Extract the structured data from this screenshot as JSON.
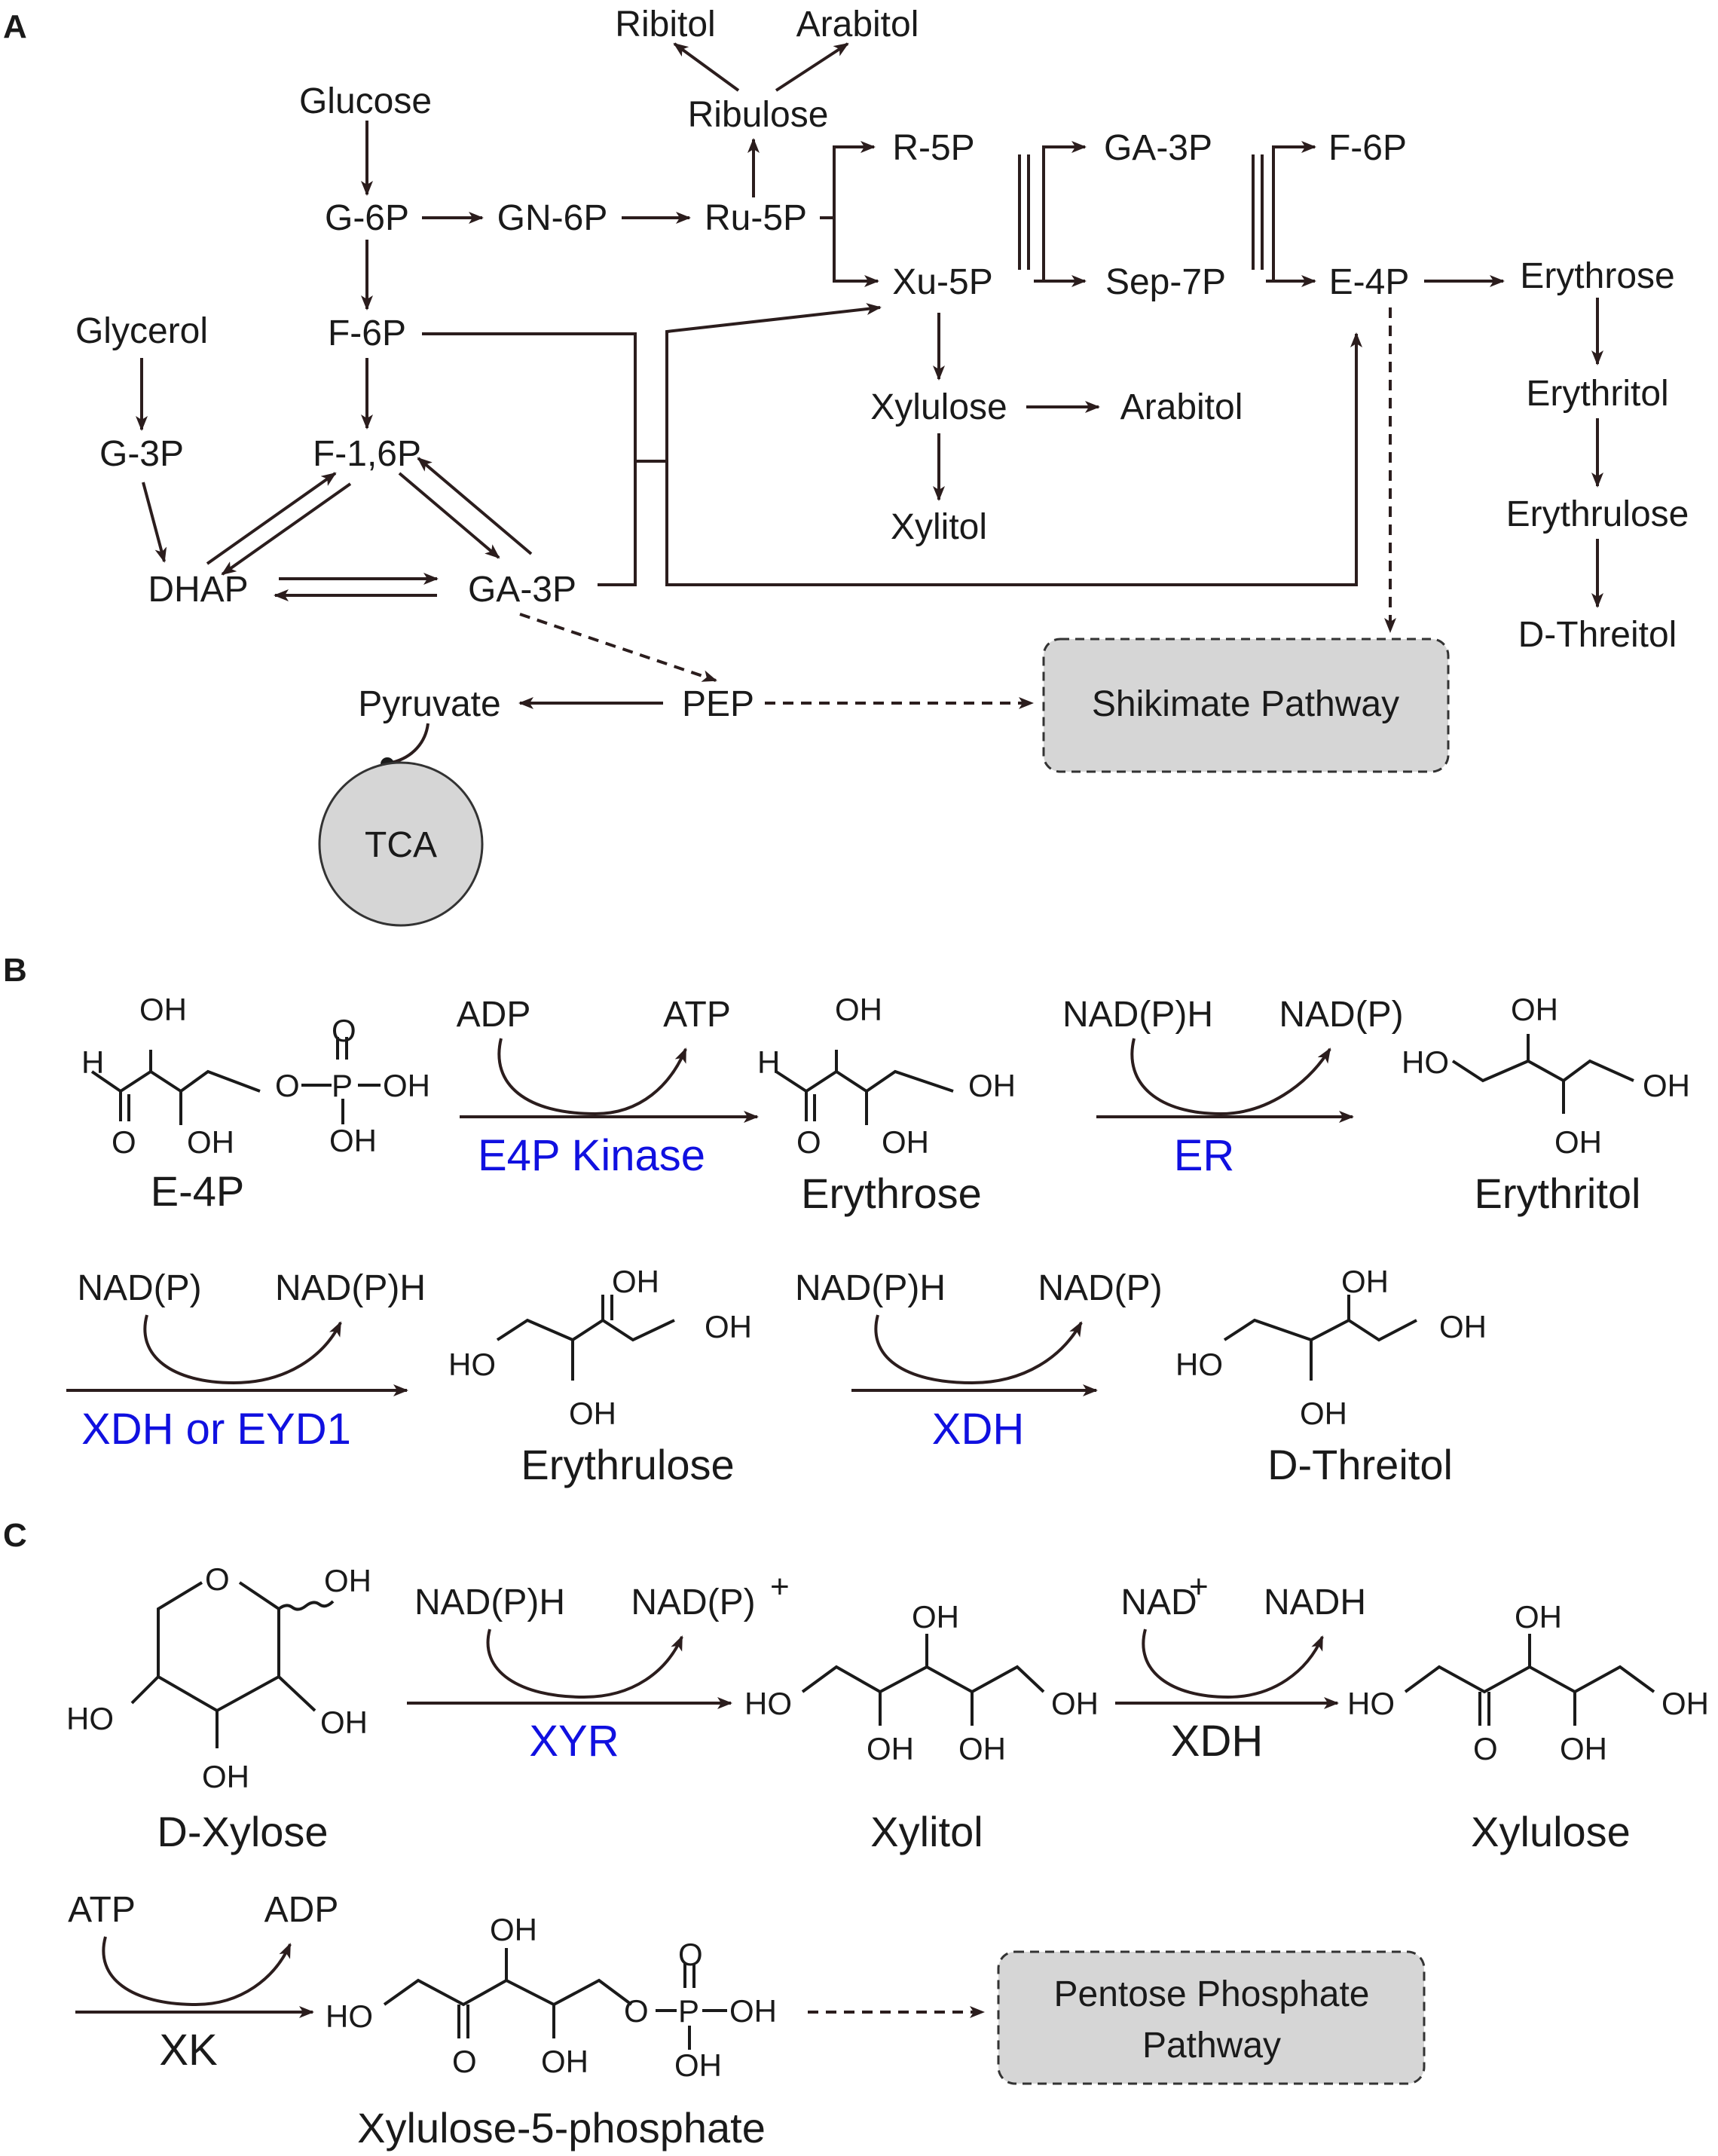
{
  "panels": {
    "a": "A",
    "b": "B",
    "c": "C"
  },
  "a": {
    "glucose": "Glucose",
    "g6p": "G-6P",
    "gn6p": "GN-6P",
    "ru5p": "Ru-5P",
    "ribulose": "Ribulose",
    "ribitol": "Ribitol",
    "arabitol_top": "Arabitol",
    "r5p": "R-5P",
    "xu5p": "Xu-5P",
    "ga3p_top": "GA-3P",
    "sep7p": "Sep-7P",
    "f6p_top": "F-6P",
    "e4p": "E-4P",
    "erythrose": "Erythrose",
    "erythritol": "Erythritol",
    "erythrulose": "Erythrulose",
    "dthreitol": "D-Threitol",
    "xylulose": "Xylulose",
    "arabitol_mid": "Arabitol",
    "xylitol": "Xylitol",
    "glycerol": "Glycerol",
    "g3p": "G-3P",
    "f6p": "F-6P",
    "f16p": "F-1,6P",
    "dhap": "DHAP",
    "ga3p": "GA-3P",
    "pyruvate": "Pyruvate",
    "pep": "PEP",
    "shikimate": "Shikimate Pathway",
    "tca": "TCA"
  },
  "b": {
    "e4p_name": "E-4P",
    "erythrose_name": "Erythrose",
    "erythritol_name": "Erythritol",
    "erythrulose_name": "Erythrulose",
    "dthreitol_name": "D-Threitol",
    "r1_in": "ADP",
    "r1_out": "ATP",
    "r1_enzyme": "E4P Kinase",
    "r2_in": "NAD(P)H",
    "r2_out": "NAD(P)",
    "r2_enzyme": "ER",
    "r3_in": "NAD(P)",
    "r3_out": "NAD(P)H",
    "r3_enzyme": "XDH or EYD1",
    "r4_in": "NAD(P)H",
    "r4_out": "NAD(P)",
    "r4_enzyme": "XDH"
  },
  "c": {
    "dxylose_name": "D-Xylose",
    "xylitol_name": "Xylitol",
    "xylulose_name": "Xylulose",
    "x5p_name": "Xylulose-5-phosphate",
    "r1_in": "NAD(P)H",
    "r1_out": "NAD(P)",
    "r1_out_sup": "+",
    "r1_enzyme": "XYR",
    "r2_in": "NAD",
    "r2_in_sup": "+",
    "r2_out": "NADH",
    "r2_enzyme": "XDH",
    "r3_in": "ATP",
    "r3_out": "ADP",
    "r3_enzyme": "XK",
    "ppp_line1": "Pentose Phosphate",
    "ppp_line2": "Pathway"
  },
  "atoms": {
    "oh": "OH",
    "ho": "HO",
    "o": "O",
    "h": "H",
    "p": "P",
    "o_p": "O"
  },
  "colors": {
    "line": "#2b1d1d",
    "enzyme": "#1010e0",
    "box_fill": "#d6d6d6"
  }
}
